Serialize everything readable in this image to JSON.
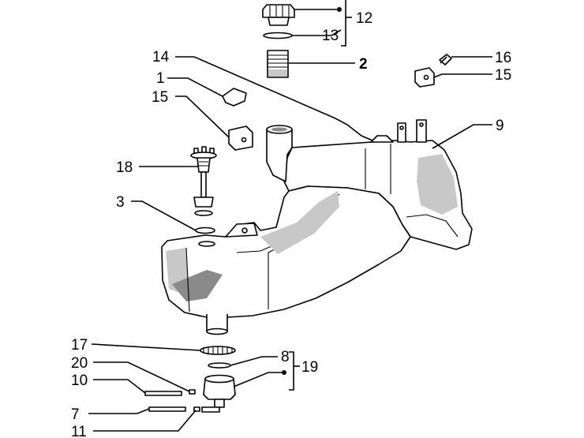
{
  "labels": {
    "p1": "1",
    "p2": "2",
    "p3": "3",
    "p7": "7",
    "p8": "8",
    "p9": "9",
    "p10": "10",
    "p11": "11",
    "p12": "12",
    "p13": "13",
    "p14": "14",
    "p15a": "15",
    "p15b": "15",
    "p16": "16",
    "p17": "17",
    "p18": "18",
    "p19": "19",
    "p20": "20"
  }
}
